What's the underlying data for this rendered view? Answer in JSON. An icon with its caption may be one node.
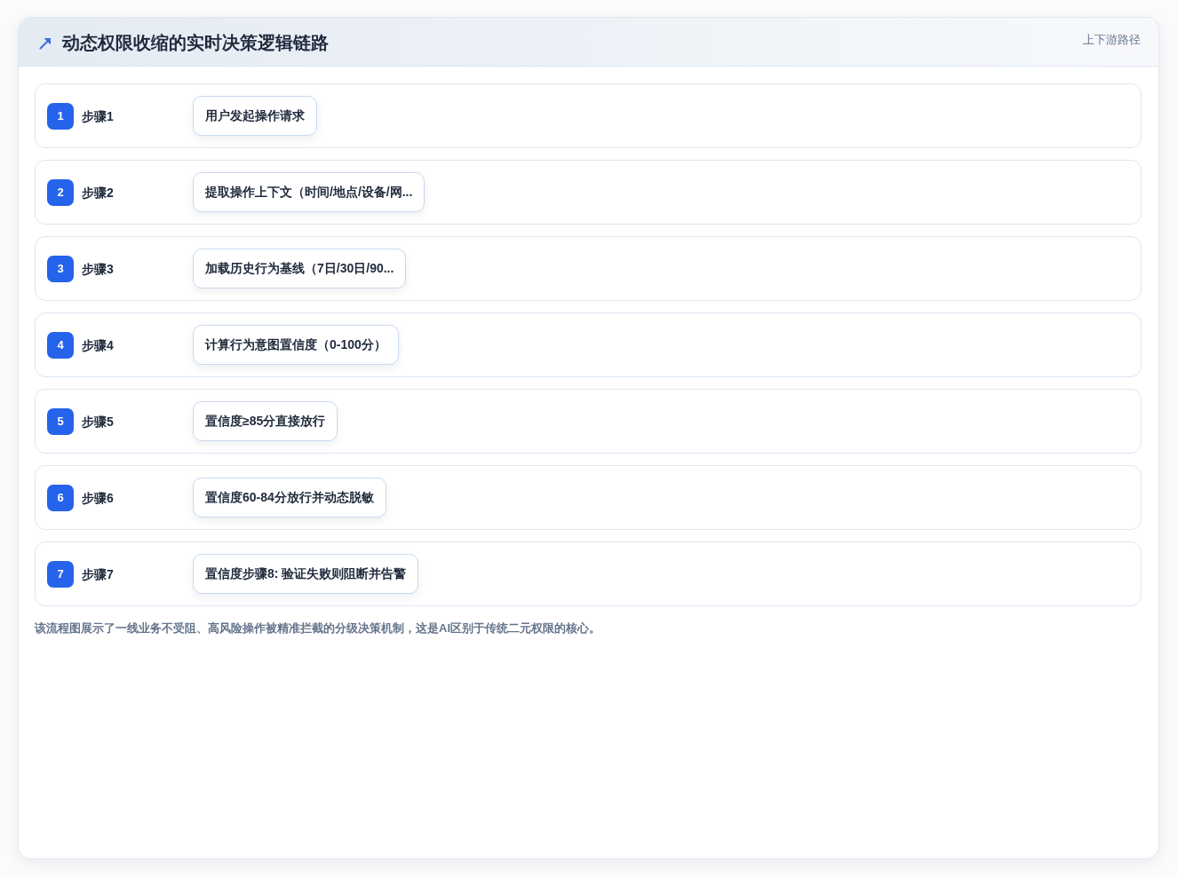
{
  "diagram": {
    "title": "动态权限收缩的实时决策逻辑链路",
    "nodes": [
      {
        "text": [
          "步骤1"
        ]
      },
      {
        "text": [
          "1"
        ],
        "in": 0
      },
      {
        "text": [
          "用户发起操作请求"
        ],
        "in": 0
      },
      {
        "text": [
          "步骤2"
        ]
      },
      {
        "text": [
          "2"
        ],
        "in": 3
      },
      {
        "text": [
          "提取操作上下文（时间/地点/设备/网..."
        ],
        "in": 3
      },
      {
        "text": [
          "步骤3"
        ]
      },
      {
        "text": [
          "3"
        ],
        "in": 6
      },
      {
        "text": [
          "加载历史行为基线（7日/30日/90..."
        ],
        "in": 6
      },
      {
        "text": [
          "步骤4"
        ]
      },
      {
        "text": [
          "4"
        ],
        "in": 9
      },
      {
        "text": [
          "计算行为意图置信度（0-100分）"
        ],
        "in": 9
      },
      {
        "text": [
          "步骤5"
        ]
      },
      {
        "text": [
          "5"
        ],
        "in": 12
      },
      {
        "text": [
          "置信度≥85分直接放行"
        ],
        "in": 12
      },
      {
        "text": [
          "步骤6"
        ]
      },
      {
        "text": [
          "6"
        ],
        "in": 15
      },
      {
        "text": [
          "置信度60-84分放行并动态脱敏"
        ],
        "in": 15
      },
      {
        "text": [
          "步骤7"
        ]
      },
      {
        "text": [
          "7"
        ],
        "in": 18
      },
      {
        "text": [
          "置信度步骤8: 验证失败则阻断并告警"
        ],
        "in": 18
      }
    ],
    "labels": [
      "上下游路径"
    ],
    "caption": "该流程图展示了一线业务不受阻、高风险操作被精准拦截的分级决策机制，这是AI区别于传统二元权限的核心。"
  }
}
